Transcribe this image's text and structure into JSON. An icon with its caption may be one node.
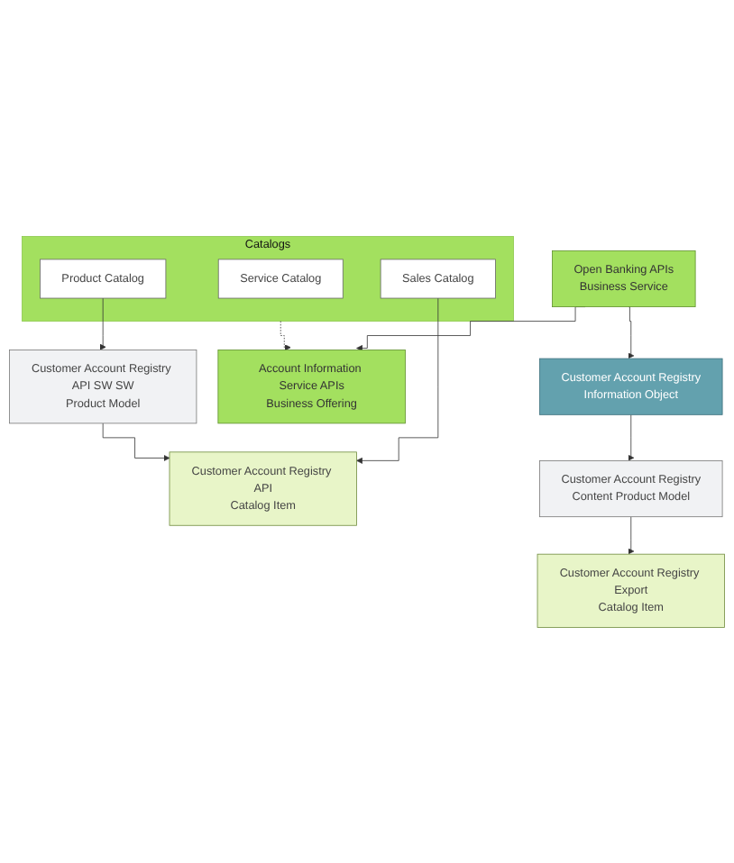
{
  "diagram": {
    "nodes": [
      {
        "text": [
          "Customer Account Registry",
          "Information Object"
        ]
      },
      {
        "text": [
          "Account Information Service APIs",
          "Business Offering"
        ]
      },
      {
        "text": [
          "Open Banking APIs",
          "Business Service"
        ]
      },
      {
        "text": [
          "Catalogs"
        ]
      },
      {
        "text": [
          "Service Catalog"
        ],
        "in": 3
      },
      {
        "text": [
          "Product Catalog"
        ],
        "in": 3
      },
      {
        "text": [
          "Sales Catalog"
        ],
        "in": 3
      },
      {
        "text": [
          "Customer Account Registry API SW SW",
          "Product Model"
        ]
      },
      {
        "text": [
          "Customer Account Registry API",
          "Catalog Item"
        ]
      },
      {
        "text": [
          "Customer Account Registry",
          "Content Product Model"
        ]
      },
      {
        "text": [
          "Customer Account Registry Export",
          "Catalog Item"
        ]
      }
    ],
    "edges": [
      {
        "from": 2,
        "to": 0,
        "arrow": "to"
      },
      {
        "from": 2,
        "to": 1,
        "arrow": "to"
      },
      {
        "from": 3,
        "to": 1,
        "arrow": "to",
        "style": "dashed"
      },
      {
        "from": 5,
        "to": 7,
        "arrow": "to"
      },
      {
        "from": 6,
        "to": 8,
        "arrow": "to"
      },
      {
        "from": 7,
        "to": 8,
        "arrow": "to"
      },
      {
        "from": 0,
        "to": 9,
        "arrow": "to"
      },
      {
        "from": 9,
        "to": 10,
        "arrow": "to"
      }
    ]
  }
}
